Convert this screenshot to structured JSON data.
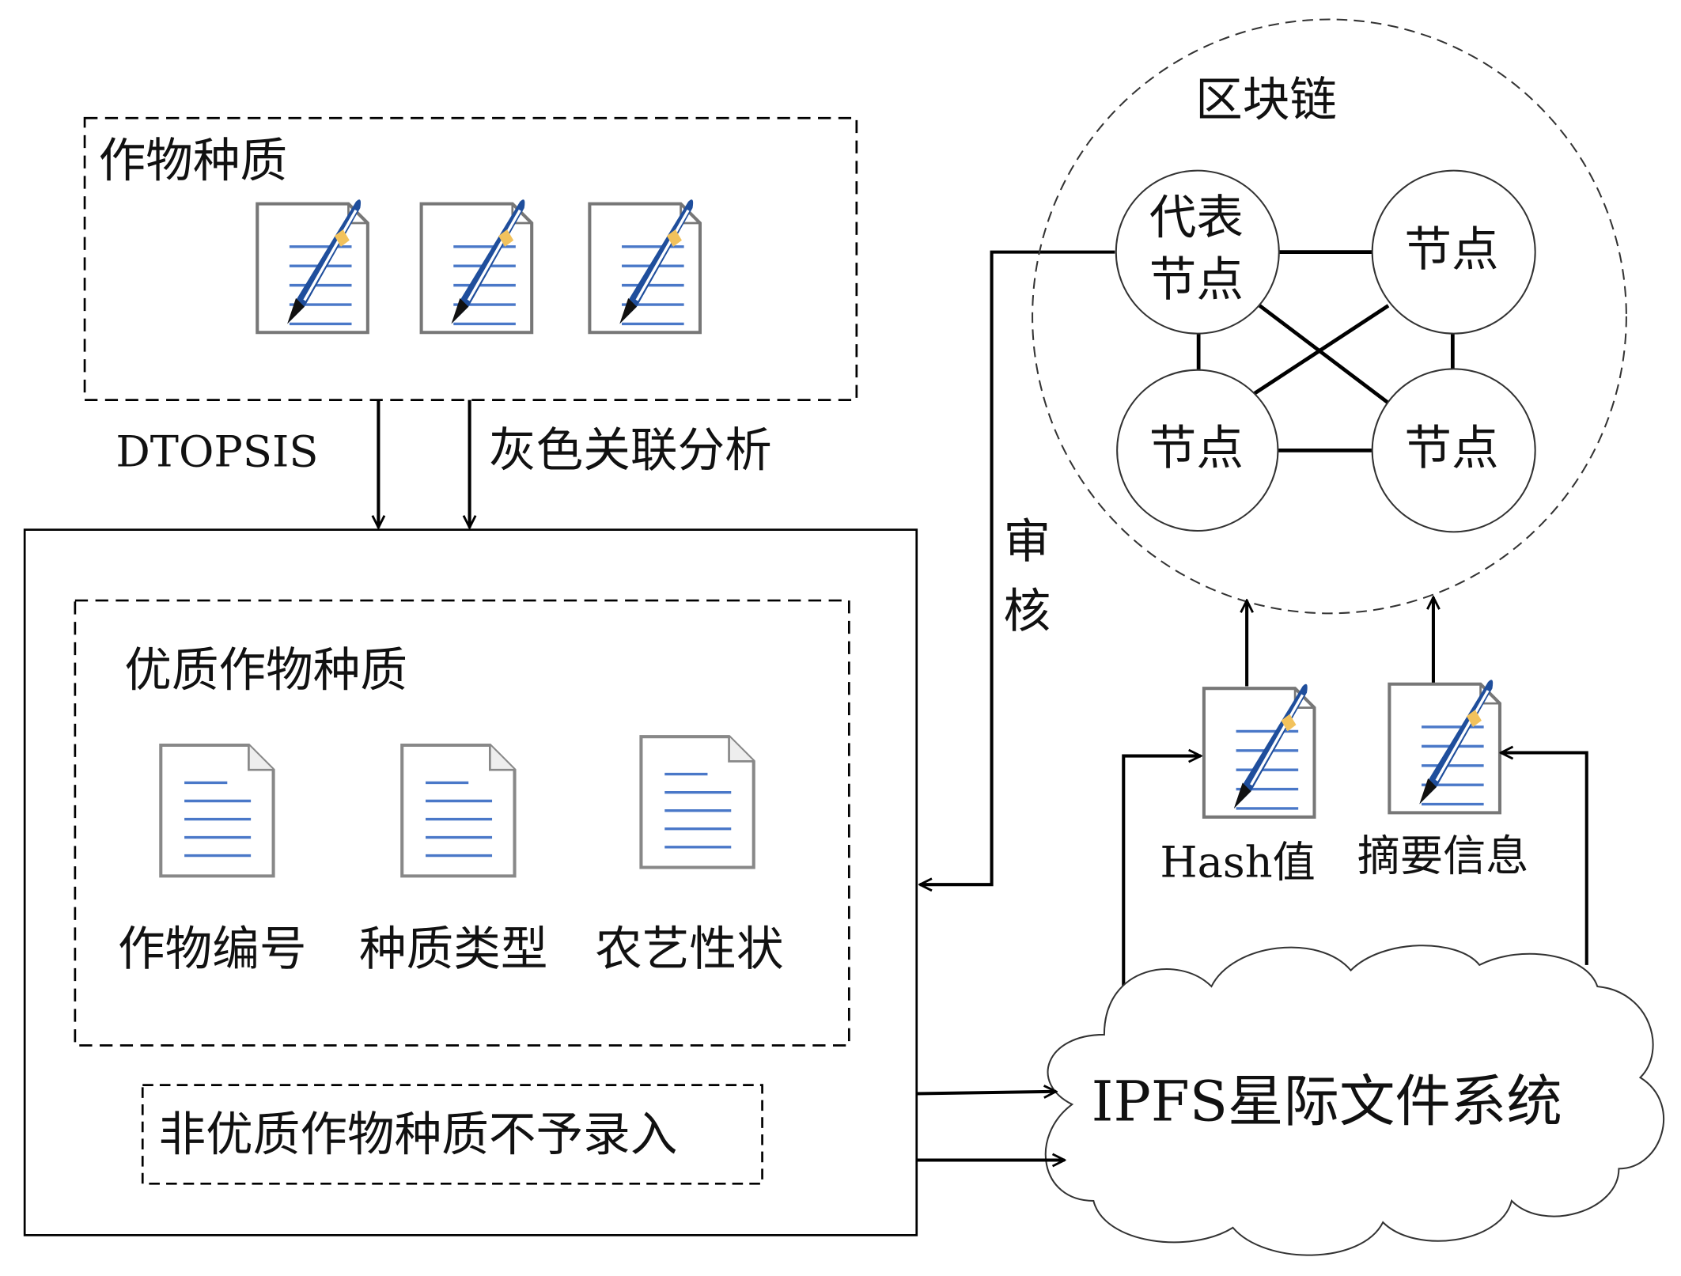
{
  "top_box": {
    "title": "作物种质",
    "doc_count": 3
  },
  "methods": {
    "left": "DTOPSIS",
    "right": "灰色关联分析"
  },
  "main_box": {
    "quality_title": "优质作物种质",
    "items": [
      "作物编号",
      "种质类型",
      "农艺性状"
    ],
    "non_quality": "非优质作物种质不予录入"
  },
  "audit_label": [
    "审",
    "核"
  ],
  "blockchain": {
    "title": "区块链",
    "rep_node": [
      "代表",
      "节点"
    ],
    "node": "节点"
  },
  "outputs": {
    "hash": "Hash值",
    "summary": "摘要信息"
  },
  "ipfs": "IPFS星际文件系统",
  "colors": {
    "pen_blue": "#1f4e9c",
    "pen_band": "#f2c25c",
    "line_blue": "#4a78c8"
  }
}
